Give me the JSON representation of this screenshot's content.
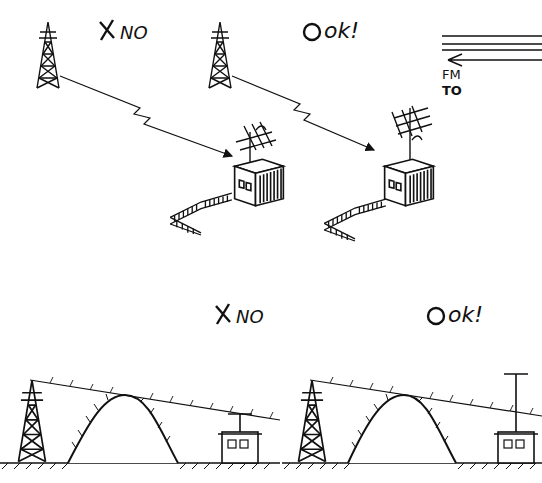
{
  "diagram": {
    "labels": [
      "NO",
      "ok!",
      "FM",
      "TO",
      "NO",
      "ok!"
    ]
  }
}
